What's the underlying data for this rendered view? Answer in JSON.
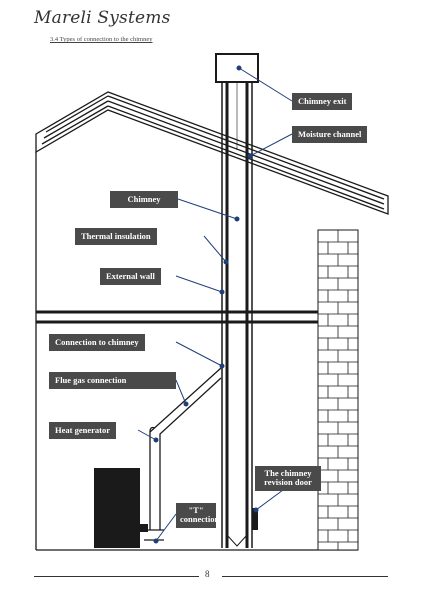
{
  "header": {
    "brand": "Mareli Systems",
    "section_title": "3.4 Types of connection to the chimney"
  },
  "labels": {
    "chimney_exit": "Chimney exit",
    "moisture_channel": "Moisture channel",
    "chimney": "Chimney",
    "thermal_insulation": "Thermal insulation",
    "external_wall": "External wall",
    "connection_to_chimney": "Connection to chimney",
    "flue_gas_connection": "Flue gas connection",
    "heat_generator": "Heat generator",
    "revision_door": "The chimney revision door",
    "t_connection": "\"T\" connection"
  },
  "footer": {
    "page_number": "8"
  },
  "colors": {
    "label_bg": "#4a4a4a",
    "line": "#1a1a1a",
    "leader": "#1f3f7a"
  }
}
